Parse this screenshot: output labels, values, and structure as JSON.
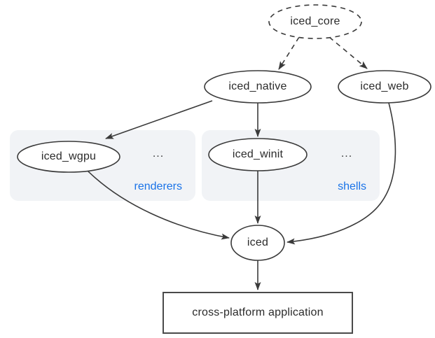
{
  "nodes": {
    "iced_core": {
      "label": "iced_core",
      "shape": "dashed-ellipse"
    },
    "iced_native": {
      "label": "iced_native",
      "shape": "ellipse"
    },
    "iced_web": {
      "label": "iced_web",
      "shape": "ellipse"
    },
    "iced_wgpu": {
      "label": "iced_wgpu",
      "shape": "ellipse"
    },
    "iced_winit": {
      "label": "iced_winit",
      "shape": "ellipse"
    },
    "iced": {
      "label": "iced",
      "shape": "ellipse"
    },
    "application": {
      "label": "cross-platform application",
      "shape": "rect"
    }
  },
  "groups": {
    "renderers": {
      "label": "renderers",
      "ellipsis": "...",
      "members": [
        "iced_wgpu"
      ]
    },
    "shells": {
      "label": "shells",
      "ellipsis": "...",
      "members": [
        "iced_winit"
      ]
    }
  },
  "edges": [
    {
      "from": "iced_core",
      "to": "iced_native",
      "style": "dashed"
    },
    {
      "from": "iced_core",
      "to": "iced_web",
      "style": "dashed"
    },
    {
      "from": "iced_native",
      "to": "iced_wgpu",
      "style": "solid"
    },
    {
      "from": "iced_native",
      "to": "iced_winit",
      "style": "solid"
    },
    {
      "from": "iced_wgpu",
      "to": "iced",
      "style": "solid"
    },
    {
      "from": "iced_winit",
      "to": "iced",
      "style": "solid"
    },
    {
      "from": "iced_web",
      "to": "iced",
      "style": "solid"
    },
    {
      "from": "iced",
      "to": "application",
      "style": "solid"
    }
  ],
  "colors": {
    "group_label": "#1a73e8",
    "group_background": "#f1f3f6",
    "line": "#3a3a3a",
    "text": "#2b2b2b",
    "background": "#ffffff"
  }
}
